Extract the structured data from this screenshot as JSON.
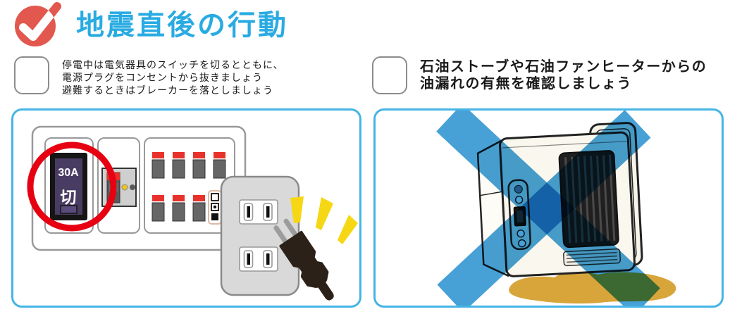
{
  "header": {
    "icon": "check-circle-icon",
    "title": "地震直後の行動"
  },
  "checklist": [
    {
      "id": "power-breaker",
      "checkbox_state": "unchecked",
      "lines": [
        "停電中は電気器具のスイッチを切るとともに、",
        "電源プラグをコンセントから抜きましょう",
        "避難するときはブレーカーを落としましょう"
      ]
    },
    {
      "id": "oil-heater",
      "checkbox_state": "unchecked",
      "lines": [
        "石油ストーブや石油ファンヒーターからの",
        "油漏れの有無を確認しましょう"
      ]
    }
  ],
  "illustrations": {
    "breaker": {
      "amp_label": "30A",
      "off_label": "切"
    }
  },
  "colors": {
    "title_blue": "#29abe2",
    "icon_red": "#e2584e",
    "panel_border_blue": "#45b5e5",
    "highlight_circle_red": "#e60012",
    "breaker_cap_red": "#e8312a",
    "breaker_purple": "#493c63",
    "spark_yellow": "#f6d713",
    "prohibition_blue": "#47a0d6",
    "oil_yellow": "#d8a53b"
  }
}
